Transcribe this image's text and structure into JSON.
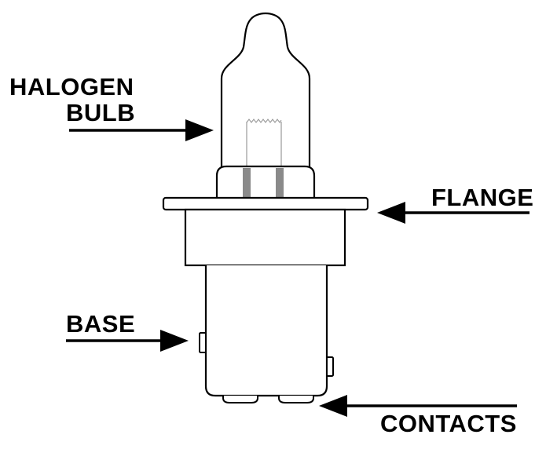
{
  "labels": {
    "halogen_bulb_line1": "HALOGEN",
    "halogen_bulb_line2": "BULB",
    "flange": "FLANGE",
    "base": "BASE",
    "contacts": "CONTACTS"
  },
  "colors": {
    "ink": "#000000",
    "background": "#ffffff",
    "filament_pins": "#8a8a8a"
  }
}
